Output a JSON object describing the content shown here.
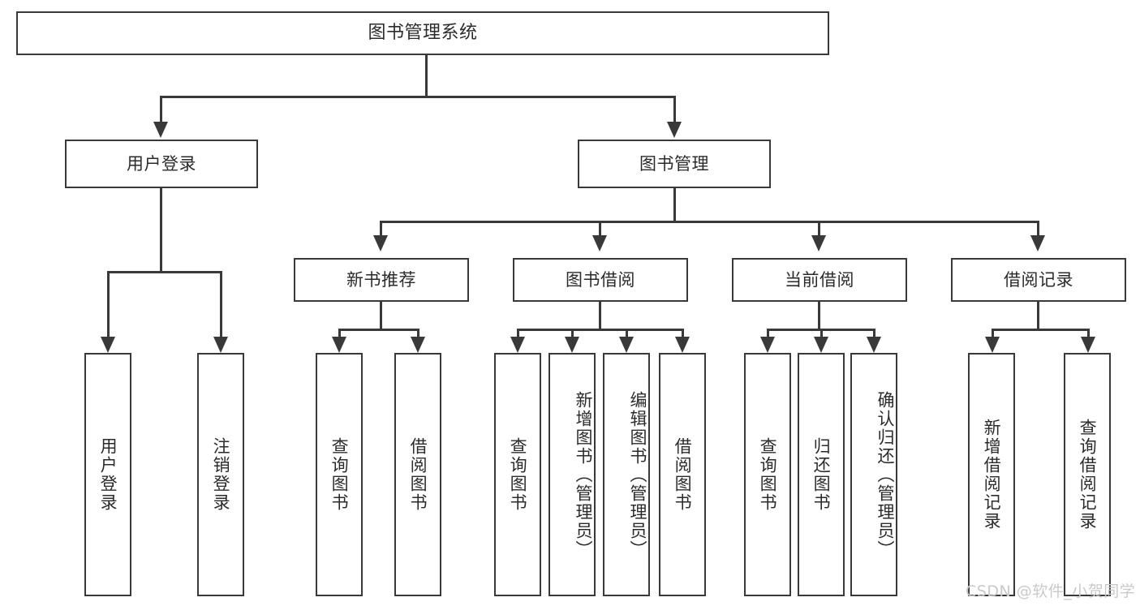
{
  "diagram": {
    "type": "tree-hierarchy",
    "root": {
      "label": "图书管理系统"
    },
    "level1": [
      {
        "label": "用户登录"
      },
      {
        "label": "图书管理"
      }
    ],
    "level2": [
      {
        "label": "新书推荐"
      },
      {
        "label": "图书借阅"
      },
      {
        "label": "当前借阅"
      },
      {
        "label": "借阅记录"
      }
    ],
    "leaves": {
      "user_login": [
        {
          "label": "用户登录"
        },
        {
          "label": "注销登录"
        }
      ],
      "new_book_recommend": [
        {
          "label": "查询图书"
        },
        {
          "label": "借阅图书"
        }
      ],
      "book_borrow": [
        {
          "label": "查询图书"
        },
        {
          "label": "新增图书（管理员）"
        },
        {
          "label": "编辑图书（管理员）"
        },
        {
          "label": "借阅图书"
        }
      ],
      "current_borrow": [
        {
          "label": "查询图书"
        },
        {
          "label": "归还图书"
        },
        {
          "label": "确认归还（管理员）"
        }
      ],
      "borrow_record": [
        {
          "label": "新增借阅记录"
        },
        {
          "label": "查询借阅记录"
        }
      ]
    }
  },
  "watermark": {
    "text": "CSDN @软件_小贺同学"
  },
  "colors": {
    "stroke": "#393939",
    "text": "#2b2b2b",
    "background": "#ffffff",
    "watermark": "#c9c9c9"
  }
}
